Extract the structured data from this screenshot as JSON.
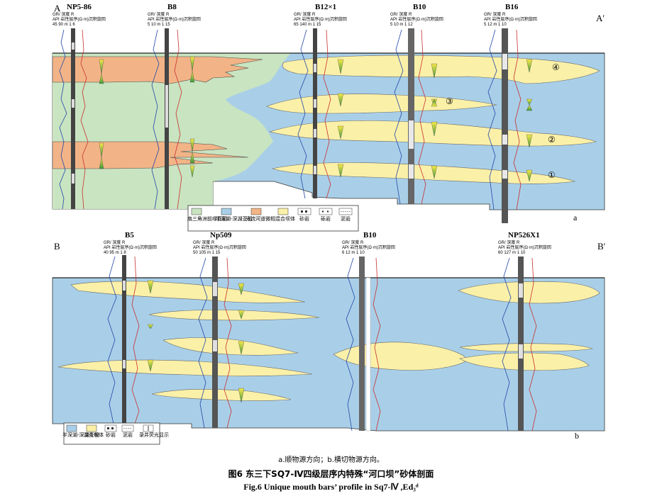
{
  "panel_a": {
    "corner_left": "A",
    "corner_right": "A′",
    "sub_label": "a",
    "wells": [
      "NP5-86",
      "B8",
      "B12×1",
      "B10",
      "B16"
    ],
    "headers": [
      {
        "gr": "GR/",
        "api": "API",
        "scale": "45 90",
        "unit": "m",
        "depth": "深度",
        "lith": "岩性",
        "seq": "层序",
        "r": "R",
        "ohm": "(Ω·m)",
        "rmin": "1",
        "rmax": "6",
        "cycle": "沉积旋回"
      },
      {
        "gr": "GR/",
        "api": "API",
        "scale": "5 10",
        "unit": "m",
        "depth": "深度",
        "lith": "岩性",
        "seq": "层序",
        "r": "R",
        "ohm": "(Ω·m)",
        "rmin": "1",
        "rmax": "15",
        "cycle": "沉积旋回"
      },
      {
        "gr": "GR/",
        "api": "API",
        "scale": "65 140",
        "unit": "m",
        "depth": "深度",
        "lith": "岩性",
        "seq": "层序",
        "r": "R",
        "ohm": "(Ω·m)",
        "rmin": "1",
        "rmax": "15",
        "cycle": "沉积旋回"
      },
      {
        "gr": "GR/",
        "api": "API",
        "scale": "5 10",
        "unit": "m",
        "depth": "深度",
        "lith": "岩性",
        "seq": "层序",
        "r": "R",
        "ohm": "(Ω·m)",
        "rmin": "1",
        "rmax": "12",
        "cycle": "沉积旋回"
      },
      {
        "gr": "GR/",
        "api": "API",
        "scale": "5 12",
        "unit": "m",
        "depth": "深度",
        "lith": "岩性",
        "seq": "层序",
        "r": "R",
        "ohm": "(Ω·m)",
        "rmin": "1",
        "rmax": "10",
        "cycle": "沉积旋回"
      }
    ],
    "sand_numbers": [
      "④",
      "③",
      "②",
      "①"
    ],
    "legend": [
      "扇三角洲前缘亚相",
      "半深湖-深湖亚相",
      "分流河道微相",
      "混合坝体",
      "砂岩",
      "砾岩",
      "泥岩"
    ]
  },
  "panel_b": {
    "corner_left": "B",
    "corner_right": "B′",
    "sub_label": "b",
    "wells": [
      "B5",
      "Np509",
      "B10",
      "NP526X1"
    ],
    "headers": [
      {
        "gr": "GR/",
        "api": "API",
        "scale": "40 95",
        "unit": "m",
        "depth": "深度",
        "lith": "岩性",
        "seq": "层序",
        "r": "R",
        "ohm": "(Ω·m)",
        "rmin": "1",
        "rmax": "8",
        "cycle": "沉积旋回"
      },
      {
        "gr": "GR/",
        "api": "API",
        "scale": "50 105",
        "unit": "m",
        "depth": "深度",
        "lith": "岩性",
        "seq": "层序",
        "r": "R",
        "ohm": "(Ω·m)",
        "rmin": "1",
        "rmax": "15",
        "cycle": "沉积旋回"
      },
      {
        "gr": "GR/",
        "api": "API",
        "scale": "6 12",
        "unit": "m",
        "depth": "深度",
        "lith": "岩性",
        "seq": "层序",
        "r": "R",
        "ohm": "(Ω·m)",
        "rmin": "1",
        "rmax": "10",
        "cycle": "沉积旋回"
      },
      {
        "gr": "GR/",
        "api": "API",
        "scale": "60 127",
        "unit": "m",
        "depth": "深度",
        "lith": "岩性",
        "seq": "层序",
        "r": "R",
        "ohm": "(Ω·m)",
        "rmin": "1",
        "rmax": "10",
        "cycle": "沉积旋回"
      }
    ],
    "legend": [
      "半深湖-深湖亚相",
      "混合坝体",
      "砂岩",
      "泥岩",
      "录井荧光显示"
    ]
  },
  "caption": {
    "line1": "a.顺物源方向；b.横切物源方向。",
    "line2": "图6  东三下SQ7-Ⅳ四级层序内特殊“河口坝”砂体剖面",
    "line3": "Fig.6  Unique mouth bars’ profile in Sq7-Ⅳ ,Ed₃ᵈ"
  },
  "colors": {
    "lake": "#a9cfe8",
    "fan_delta_front": "#c9e4c1",
    "channel": "#f2b487",
    "bar": "#fbf0a8",
    "sandstone": "#3a3a3a"
  }
}
